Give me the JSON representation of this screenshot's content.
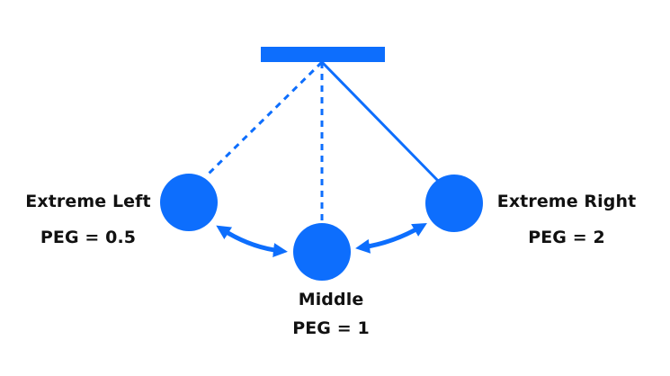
{
  "colors": {
    "accent": "#0d6efd",
    "text": "#111111",
    "background": "#ffffff"
  },
  "positions": {
    "left": {
      "name": "Extreme Left",
      "peg": "PEG = 0.5"
    },
    "middle": {
      "name": "Middle",
      "peg": "PEG = 1"
    },
    "right": {
      "name": "Extreme Right",
      "peg": "PEG = 2"
    }
  }
}
